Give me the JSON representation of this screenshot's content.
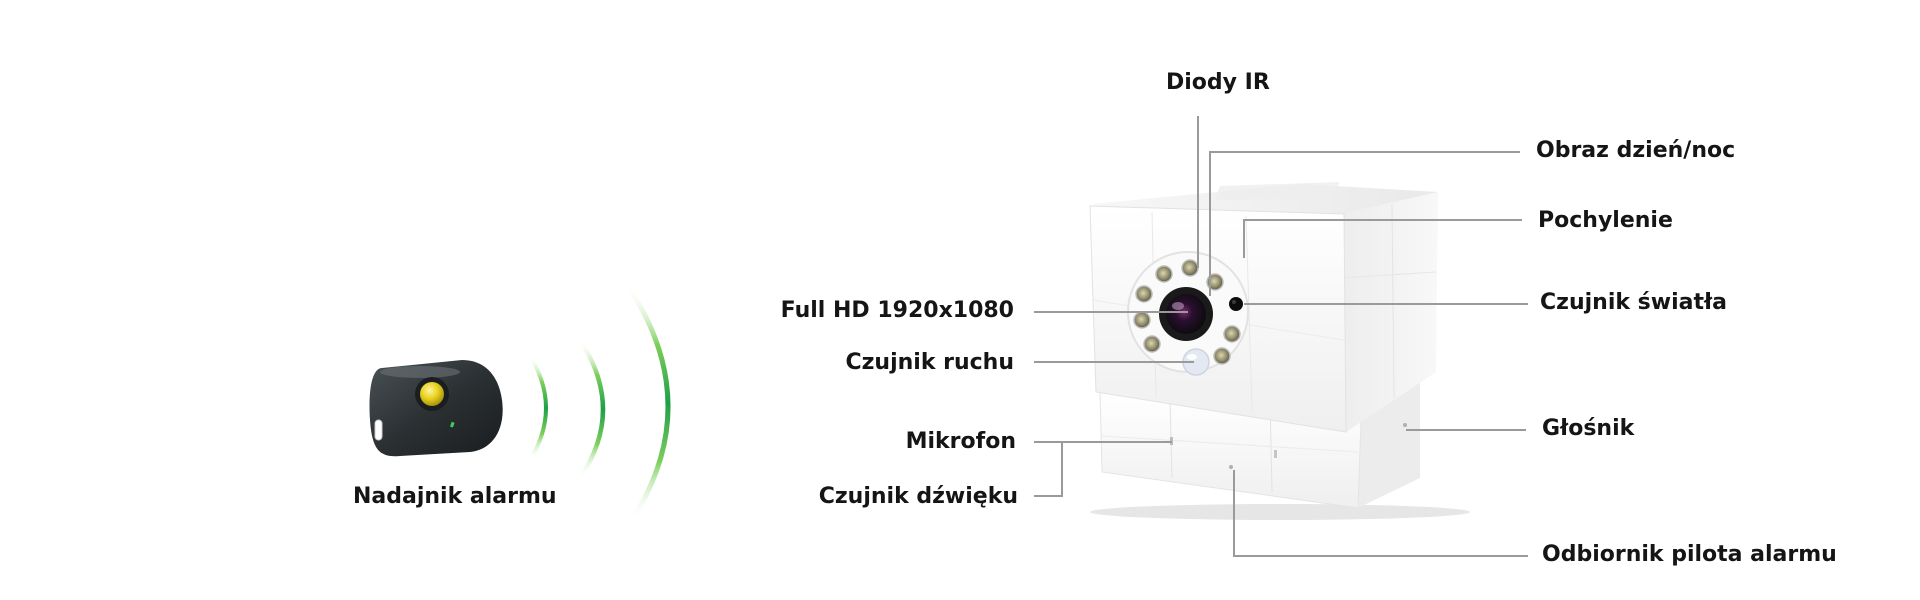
{
  "labels": {
    "transmitter": "Nadajnik alarmu",
    "ir_diodes": "Diody IR",
    "day_night": "Obraz dzień/noc",
    "tilt": "Pochylenie",
    "light_sensor": "Czujnik światła",
    "full_hd": "Full HD 1920x1080",
    "motion_sensor": "Czujnik ruchu",
    "microphone": "Mikrofon",
    "sound_sensor": "Czujnik dźwięku",
    "speaker": "Głośnik",
    "remote_receiver": "Odbiornik pilota alarmu"
  },
  "colors": {
    "label_text": "#151515",
    "leader_line": "#9a9a9a",
    "signal_arc": "#2fa84f",
    "fob_body": "#2b3033",
    "fob_button": "#e8d21c",
    "camera_body": "#f4f4f4"
  }
}
